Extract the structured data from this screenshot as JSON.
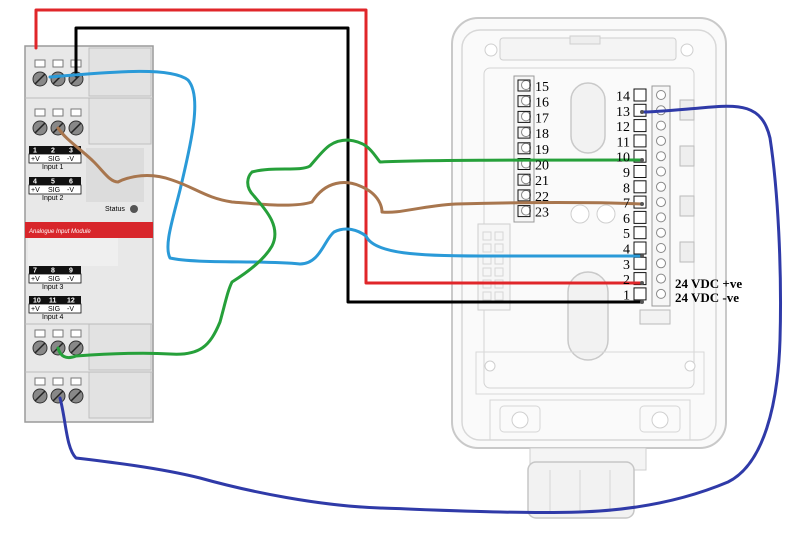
{
  "module": {
    "banner_label": "Analogue Input Module",
    "status_label": "Status",
    "input_groups": [
      {
        "nums": [
          "1",
          "2",
          "3"
        ],
        "pins": [
          "+V",
          "SIG",
          "-V"
        ],
        "caption": "Input 1"
      },
      {
        "nums": [
          "4",
          "5",
          "6"
        ],
        "pins": [
          "+V",
          "SIG",
          "-V"
        ],
        "caption": "Input 2"
      },
      {
        "nums": [
          "7",
          "8",
          "9"
        ],
        "pins": [
          "+V",
          "SIG",
          "-V"
        ],
        "caption": "Input 3"
      },
      {
        "nums": [
          "10",
          "11",
          "12"
        ],
        "pins": [
          "+V",
          "SIG",
          "-V"
        ],
        "caption": "Input 4"
      }
    ]
  },
  "controller": {
    "left_terminals": [
      "15",
      "16",
      "17",
      "18",
      "19",
      "20",
      "21",
      "22",
      "23"
    ],
    "right_terminals": [
      "14",
      "13",
      "12",
      "11",
      "10",
      "9",
      "8",
      "7",
      "6",
      "5",
      "4",
      "3",
      "2",
      "1"
    ],
    "supply_labels": [
      "24 VDC +ve",
      "24 VDC -ve"
    ]
  },
  "wires": [
    {
      "color": "#e0262a"
    },
    {
      "color": "#000000"
    },
    {
      "color": "#2a9ad8"
    },
    {
      "color": "#a8764e"
    },
    {
      "color": "#26a03a"
    },
    {
      "color": "#2f3aa8"
    }
  ]
}
